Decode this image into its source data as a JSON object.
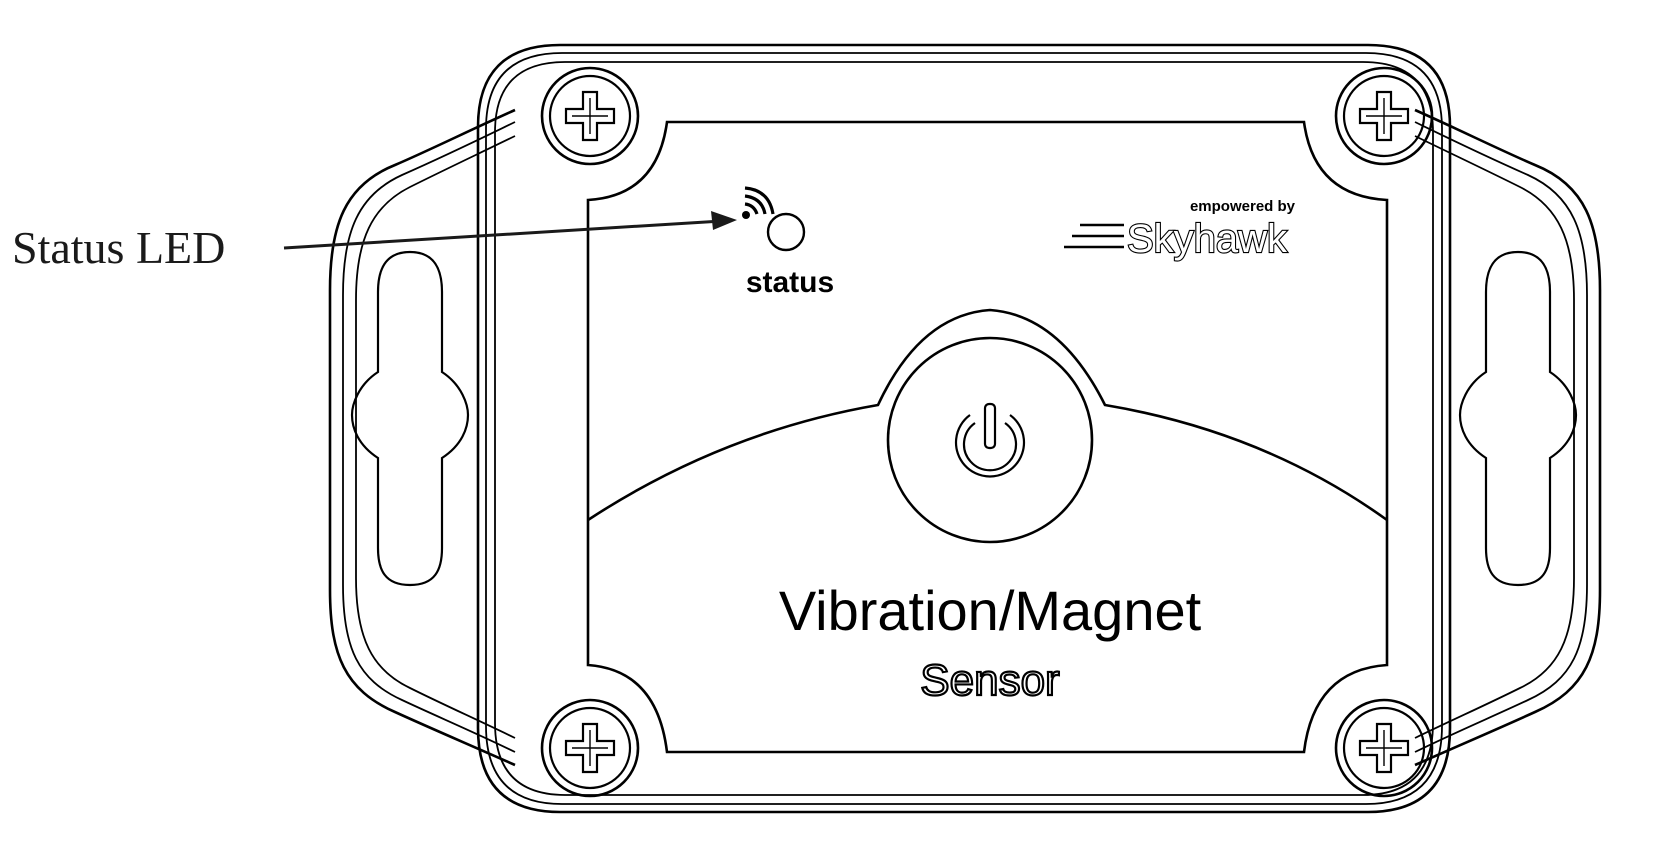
{
  "callout": {
    "label": "Status LED"
  },
  "device": {
    "status_label": "status",
    "brand_tagline": "empowered by",
    "brand_name": "Skyhawk",
    "title": "Vibration/Magnet",
    "subtitle": "Sensor"
  },
  "icons": {
    "signal": "signal-waves-icon",
    "led": "status-led-circle",
    "power": "power-icon",
    "screw": "phillips-screw-icon",
    "brand_mark": "skyhawk-speed-lines-icon"
  },
  "colors": {
    "line": "#000000",
    "background": "#ffffff",
    "callout_text": "#1a1a1a"
  }
}
